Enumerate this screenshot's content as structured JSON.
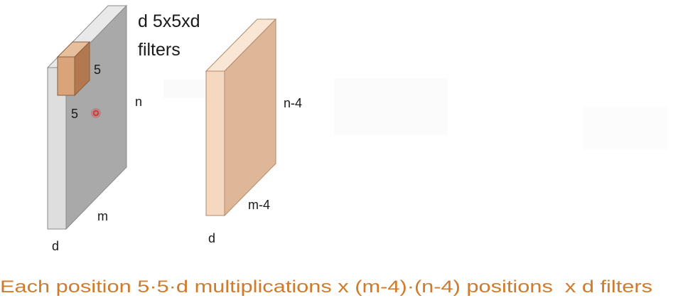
{
  "colors": {
    "input_front": "#a9a9a9",
    "input_side": "#dedede",
    "input_top": "#e9e9e9",
    "output_front": "#ddb797",
    "output_side": "#f6d8c0",
    "output_top": "#fae6d4",
    "filter_front": "#b2784e",
    "filter_side": "#d9a47a",
    "filter_top": "#e6bf9c",
    "pointer_dot": "#e02020",
    "caption": "#d07a2a"
  },
  "diagram": {
    "filters_label_line1": "d 5x5xd",
    "filters_label_line2": "filters",
    "input_volume": {
      "height_label": "n",
      "width_label": "m",
      "depth_label": "d"
    },
    "filter_patch": {
      "size_label_right": "5",
      "size_label_bottom": "5"
    },
    "output_volume": {
      "height_label": "n-4",
      "width_label": "m-4",
      "depth_label": "d"
    },
    "caption": "Each position 5·5·d multiplications x (m-4)·(n-4) positions  x d filters"
  }
}
